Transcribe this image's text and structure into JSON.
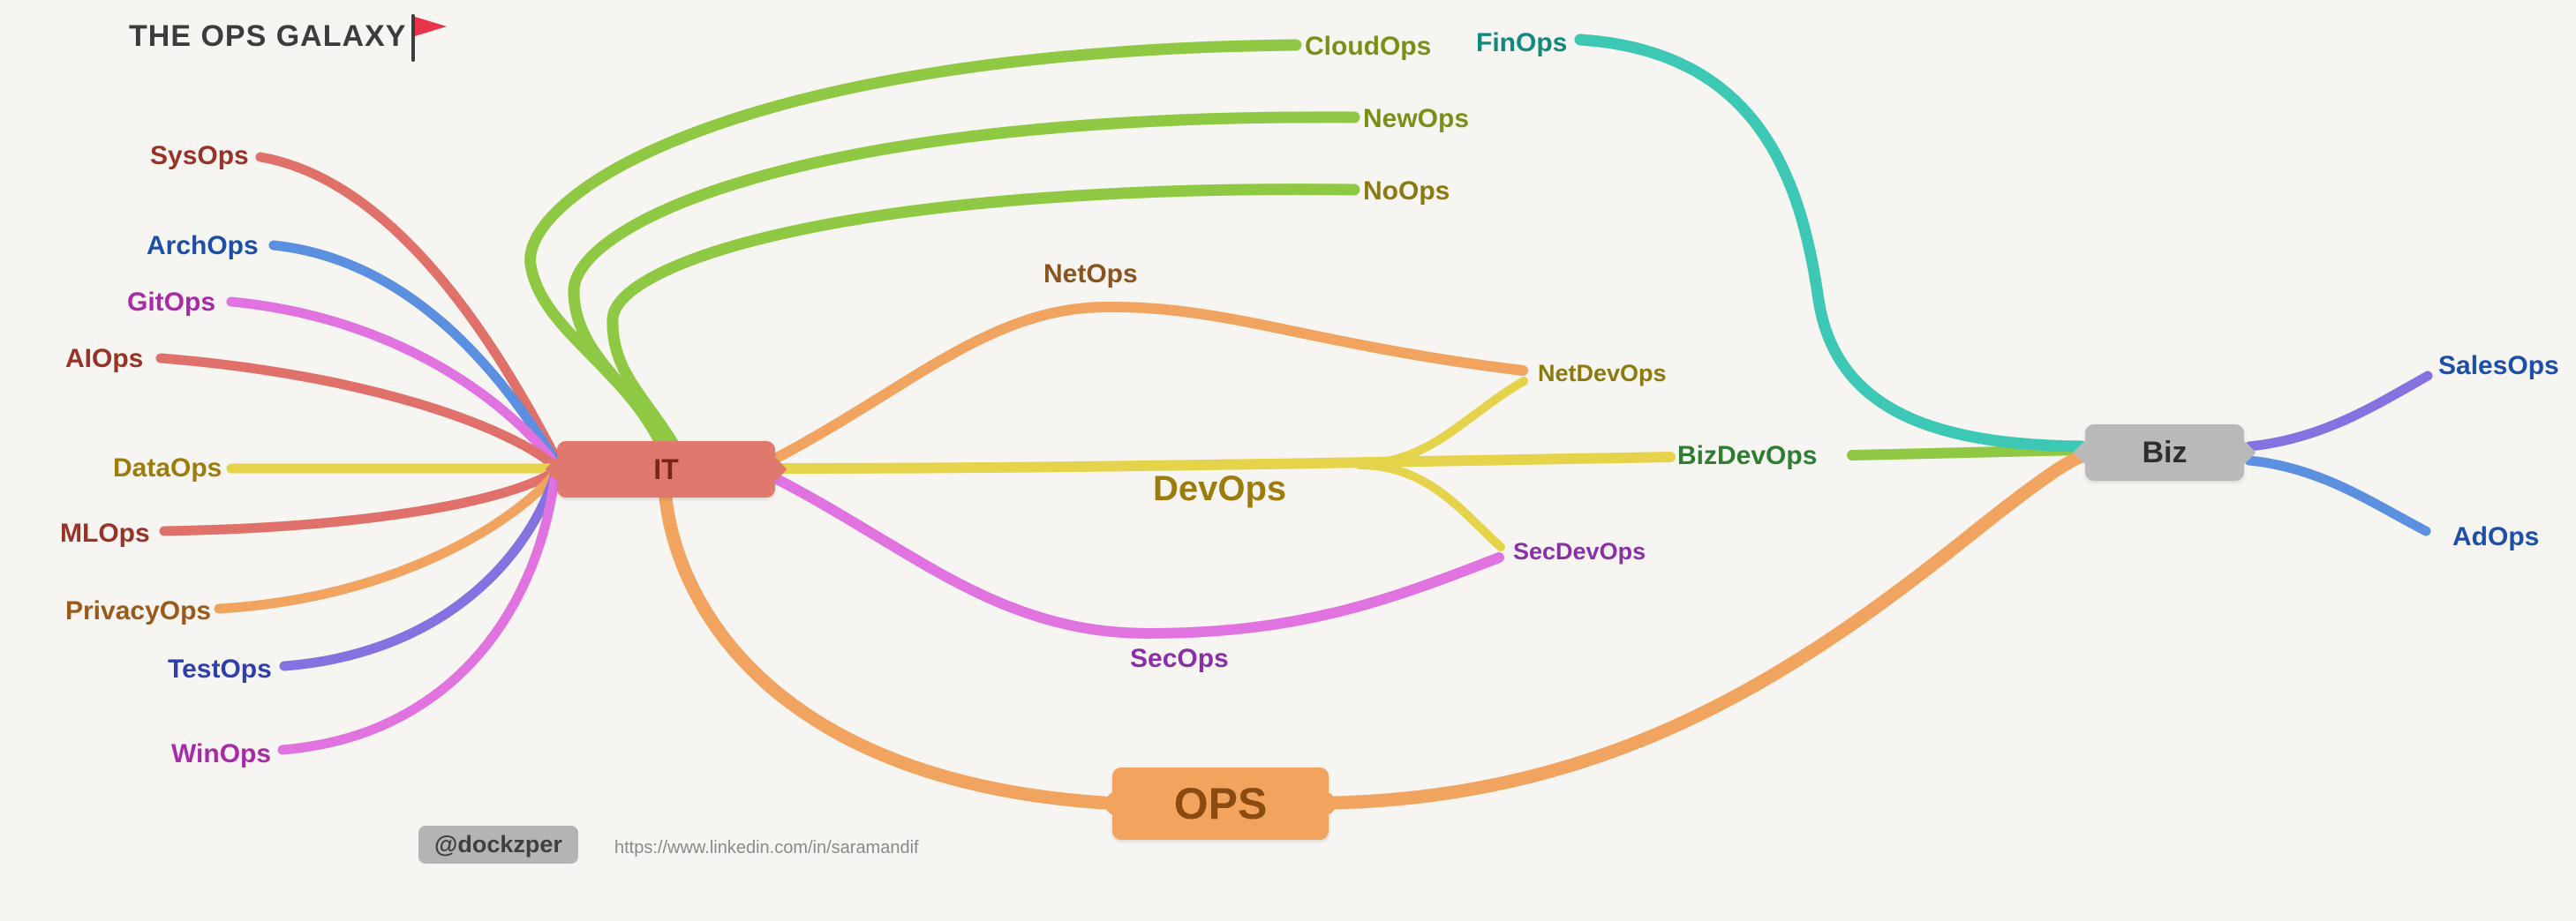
{
  "title": "THE OPS GALAXY",
  "flag_icon": "red-flag-icon",
  "nodes": {
    "it": "IT",
    "ops": "OPS",
    "biz": "Biz"
  },
  "labels": {
    "sysops": "SysOps",
    "archops": "ArchOps",
    "gitops": "GitOps",
    "aiops": "AIOps",
    "dataops": "DataOps",
    "mlops": "MLOps",
    "privacyops": "PrivacyOps",
    "testops": "TestOps",
    "winops": "WinOps",
    "cloudops": "CloudOps",
    "newops": "NewOps",
    "noops": "NoOps",
    "finops": "FinOps",
    "netops": "NetOps",
    "devops": "DevOps",
    "secops": "SecOps",
    "netdevops": "NetDevOps",
    "bizdevops": "BizDevOps",
    "secdevops": "SecDevOps",
    "salesops": "SalesOps",
    "adops": "AdOps"
  },
  "footer": {
    "handle": "@dockzper",
    "link": "https://www.linkedin.com/in/saramandif"
  },
  "palette": {
    "background": "#f7f5f1",
    "red": "#e0706a",
    "blue": "#5b8fe0",
    "magenta": "#e073e0",
    "yellow": "#e6d34c",
    "orange": "#f0a45f",
    "purple": "#8572e0",
    "green": "#8fc843",
    "teal": "#3cc8b4",
    "flag_red": "#e8344a",
    "it_node": "#e0796d",
    "ops_node": "#f2a45f",
    "biz_node": "#b9b9b9"
  }
}
